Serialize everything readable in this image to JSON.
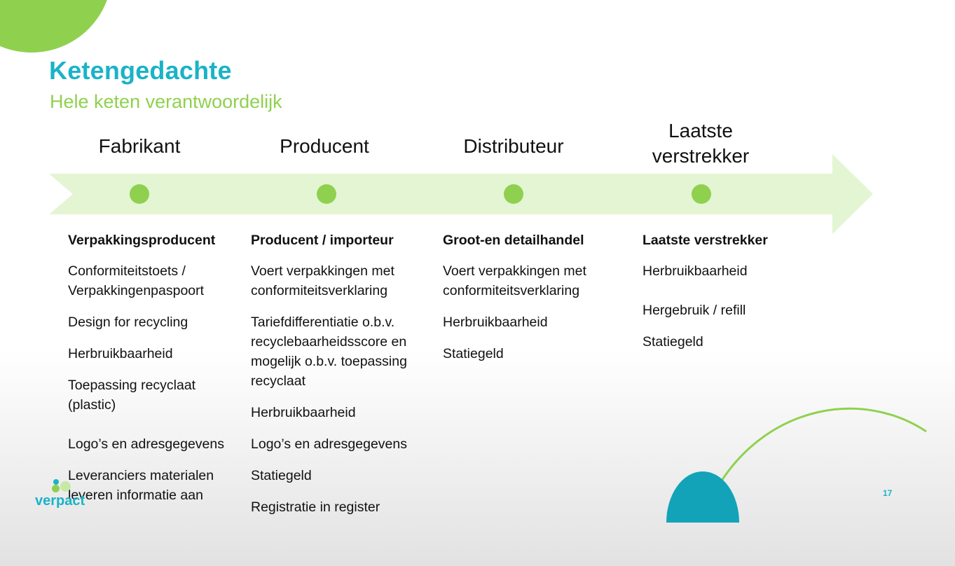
{
  "slide": {
    "title": "Ketengedachte",
    "subtitle": "Hele keten verantwoordelijk",
    "page_number": "17",
    "logo_text": "verpact",
    "colors": {
      "title": "#1ab3c8",
      "accent_green": "#8fd14f",
      "arrow_fill": "#e3f5d3",
      "teal": "#12a3b8"
    }
  },
  "chain": {
    "stages": [
      {
        "name": "Fabrikant"
      },
      {
        "name": "Producent"
      },
      {
        "name": "Distributeur"
      },
      {
        "name_line1": "Laatste",
        "name_line2": "verstrekker"
      }
    ]
  },
  "columns": [
    {
      "heading": "Verpakkingsproducent",
      "items": [
        "Conformiteitstoets / Verpakkingenpaspoort",
        "Design for recycling",
        "Herbruikbaarheid",
        "Toepassing recyclaat (plastic)",
        "Logo’s en adresgegevens",
        "Leveranciers materialen leveren informatie aan"
      ]
    },
    {
      "heading": "Producent / importeur",
      "items": [
        "Voert verpakkingen met conformiteitsverklaring",
        "Tariefdifferentiatie o.b.v. recyclebaarheidsscore en mogelijk o.b.v. toepassing recyclaat",
        "Herbruikbaarheid",
        "Logo’s en adresgegevens",
        "Statiegeld",
        "Registratie in register"
      ]
    },
    {
      "heading": "Groot-en detailhandel",
      "items": [
        "Voert verpakkingen met conformiteitsverklaring",
        "Herbruikbaarheid",
        "Statiegeld"
      ]
    },
    {
      "heading": "Laatste verstrekker",
      "items": [
        "Herbruikbaarheid",
        "Hergebruik / refill",
        "Statiegeld"
      ]
    }
  ]
}
